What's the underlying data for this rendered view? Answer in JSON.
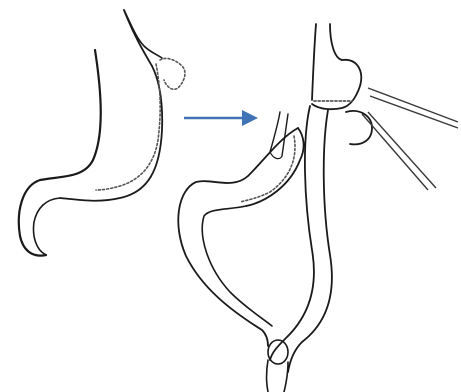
{
  "diagram": {
    "colors": {
      "background": "#ffffff",
      "line": "#1a1a1a",
      "stitch": "#555555",
      "instrument": "#3a3a3a",
      "arrow": "#3f73b5"
    },
    "panels": [
      {
        "id": "before",
        "content": "stomach-sleeve-stapled"
      },
      {
        "id": "after",
        "content": "gastric-pouch-roux-limb"
      }
    ],
    "arrow": {
      "direction": "right"
    },
    "instruments": 2
  }
}
